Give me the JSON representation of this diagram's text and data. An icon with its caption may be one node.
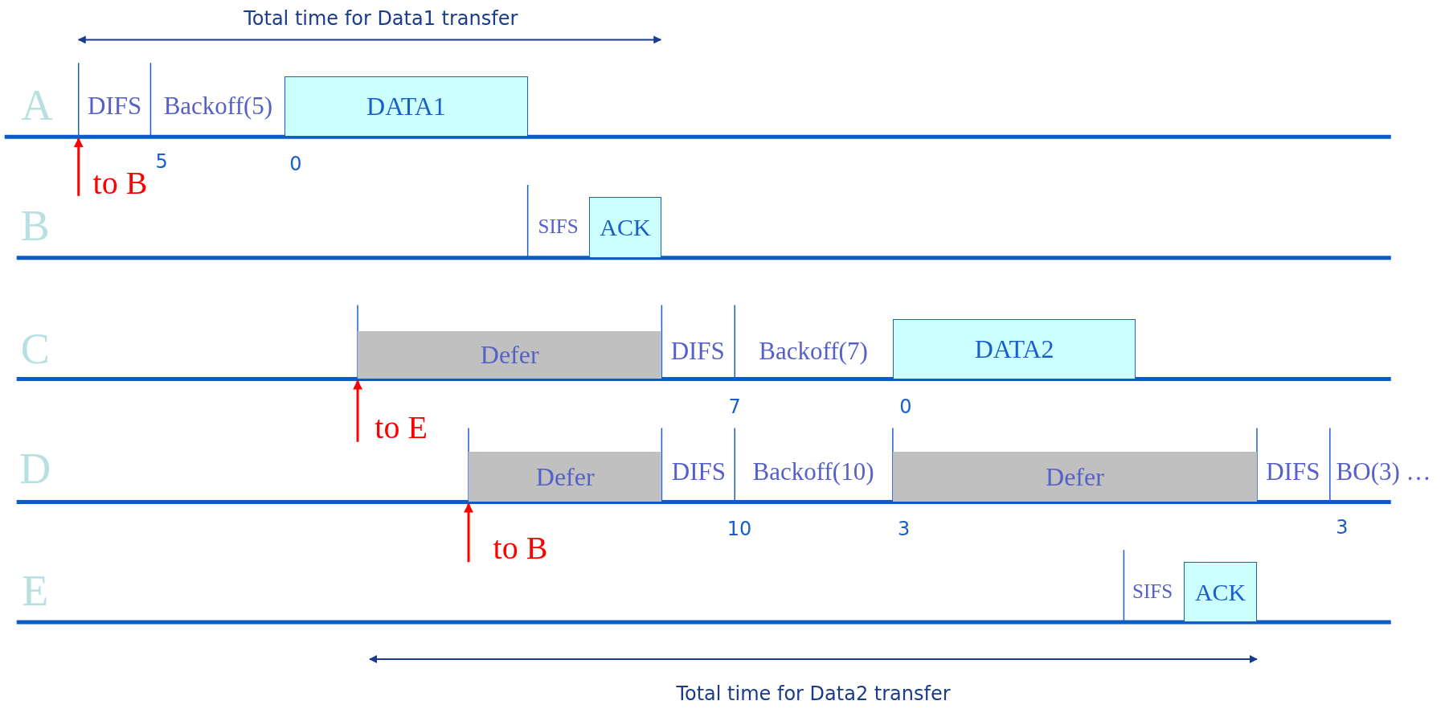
{
  "diagram": {
    "nodes": [
      {
        "text": [
          "DATA1"
        ]
      },
      {
        "text": [
          "ACK"
        ]
      },
      {
        "text": [
          "Defer"
        ]
      },
      {
        "text": [
          "DATA2"
        ]
      },
      {
        "text": [
          "Defer"
        ]
      },
      {
        "text": [
          "Defer"
        ]
      },
      {
        "text": [
          "ACK"
        ]
      }
    ],
    "labels": [
      "Total time for Data1 transfer",
      "A",
      "DIFS",
      "Backoff(5)",
      "5",
      "0",
      "to B",
      "B",
      "SIFS",
      "C",
      "DIFS",
      "Backoff(7)",
      "7",
      "0",
      "to E",
      "D",
      "DIFS",
      "Backoff(10)",
      "DIFS",
      "BO(3) …",
      "10",
      "3",
      "3",
      "to B",
      "E",
      "SIFS",
      "Total time for Data2 transfer"
    ]
  }
}
